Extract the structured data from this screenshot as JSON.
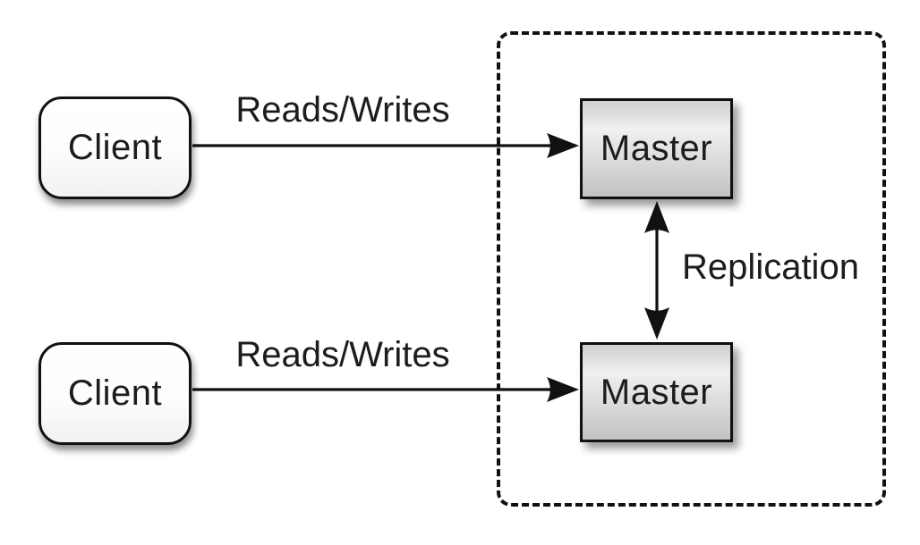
{
  "diagram": {
    "type": "architecture-diagram",
    "nodes": [
      {
        "id": "client-1",
        "label": "Client",
        "shape": "rounded-rect",
        "fill": "#ffffff"
      },
      {
        "id": "master-1",
        "label": "Master",
        "shape": "rect",
        "fill": "gray-gradient"
      },
      {
        "id": "client-2",
        "label": "Client",
        "shape": "rounded-rect",
        "fill": "#ffffff"
      },
      {
        "id": "master-2",
        "label": "Master",
        "shape": "rect",
        "fill": "gray-gradient"
      }
    ],
    "edges": [
      {
        "id": "edge-1",
        "label": "Reads/Writes",
        "from": "client-1",
        "to": "master-1",
        "arrow": "single-right"
      },
      {
        "id": "edge-2",
        "label": "Reads/Writes",
        "from": "client-2",
        "to": "master-2",
        "arrow": "single-right"
      },
      {
        "id": "edge-3",
        "label": "Replication",
        "from": "master-1",
        "to": "master-2",
        "arrow": "double-vertical"
      }
    ],
    "groups": [
      {
        "id": "dashed-boundary",
        "contains": [
          "master-1",
          "master-2"
        ],
        "style": "dashed-rounded-rect"
      }
    ],
    "colors": {
      "background": "#ffffff",
      "line": "#111111",
      "text": "#1c1c1c",
      "client_fill": "#ffffff",
      "master_fill_top": "#cfcfcf",
      "master_fill_mid": "#f0f0f0",
      "master_fill_bottom": "#c2c2c2"
    }
  }
}
